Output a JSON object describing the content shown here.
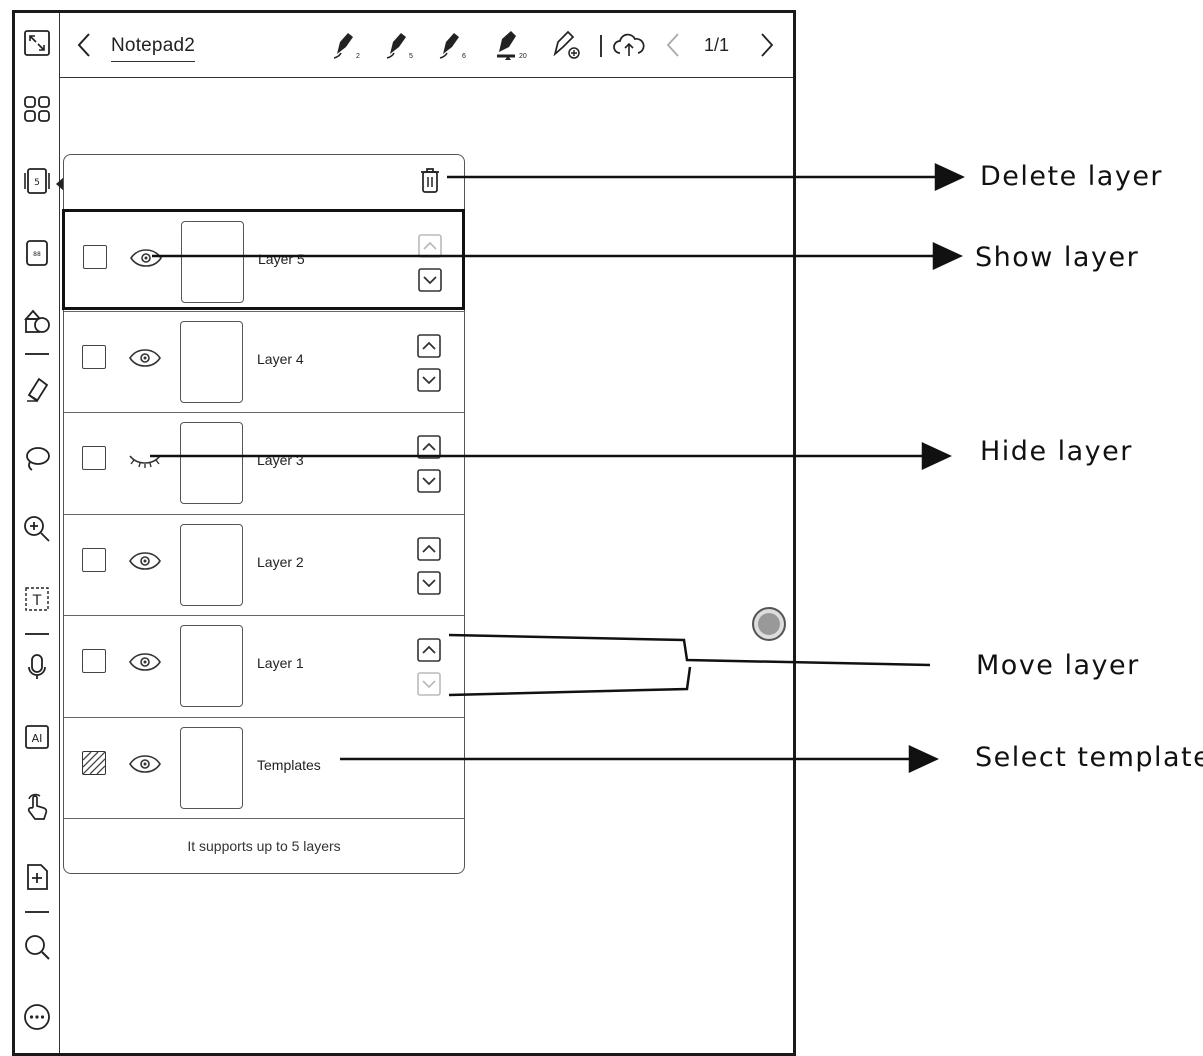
{
  "topbar": {
    "title": "Notepad2",
    "page_indicator": "1/1",
    "pens": [
      {
        "icon": "pen-icon",
        "size": "2"
      },
      {
        "icon": "pen-icon",
        "size": "5"
      },
      {
        "icon": "pen-icon",
        "size": "6"
      },
      {
        "icon": "marker-icon",
        "size": "20"
      }
    ]
  },
  "layers_panel": {
    "layers": [
      {
        "name": "Layer 5",
        "visible": true,
        "selected": true
      },
      {
        "name": "Layer 4",
        "visible": true,
        "selected": false
      },
      {
        "name": "Layer 3",
        "visible": false,
        "selected": false
      },
      {
        "name": "Layer 2",
        "visible": true,
        "selected": false
      },
      {
        "name": "Layer 1",
        "visible": true,
        "selected": false
      }
    ],
    "template_row": {
      "name": "Templates",
      "visible": true
    },
    "footer": "It supports up to 5 layers"
  },
  "callouts": {
    "delete": "Delete  layer",
    "show": "Show  layer",
    "hide": "Hide  layer",
    "move": "Move  layer",
    "template": "Select  template"
  }
}
